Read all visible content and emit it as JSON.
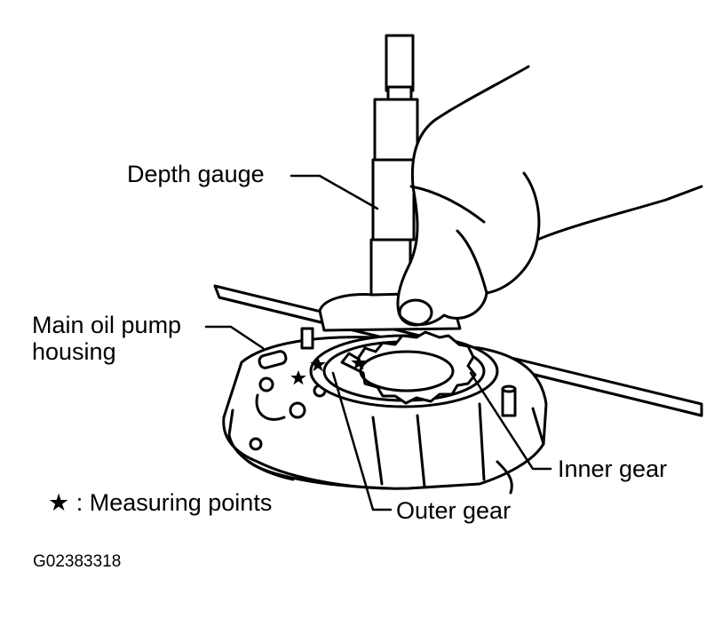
{
  "labels": {
    "depth_gauge": "Depth gauge",
    "main_oil_pump_housing": "Main oil pump\nhousing",
    "inner_gear": "Inner gear",
    "outer_gear": "Outer gear",
    "measuring_points": "★ : Measuring points"
  },
  "figure_code": "G02383318",
  "colors": {
    "ink": "#000000",
    "background": "#ffffff"
  }
}
